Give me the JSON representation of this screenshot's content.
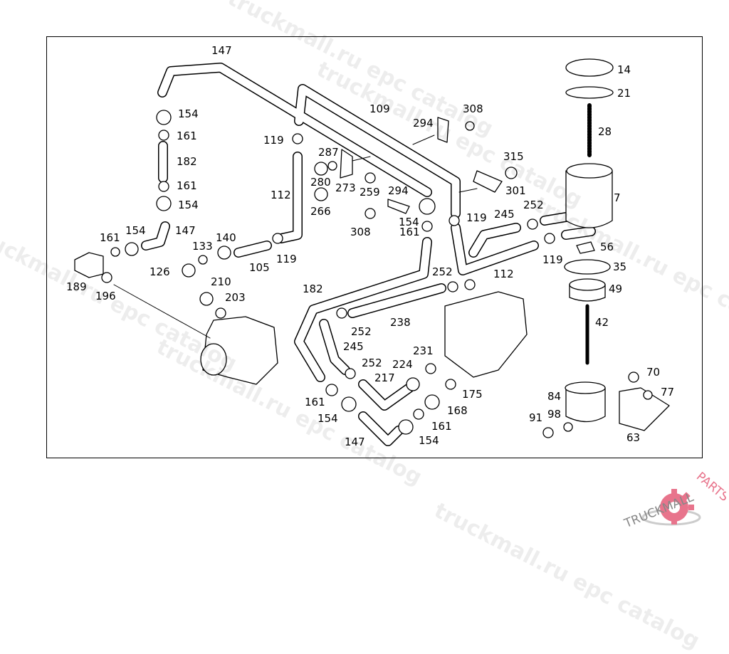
{
  "diagram": {
    "part_labels": [
      "147",
      "154",
      "161",
      "182",
      "161",
      "154",
      "147",
      "161",
      "154",
      "140",
      "133",
      "119",
      "112",
      "287",
      "280",
      "273",
      "259",
      "266",
      "294",
      "308",
      "154",
      "161",
      "109",
      "294",
      "308",
      "315",
      "301",
      "119",
      "245",
      "252",
      "14",
      "21",
      "28",
      "7",
      "56",
      "119",
      "35",
      "49",
      "112",
      "252",
      "42",
      "70",
      "77",
      "84",
      "91",
      "98",
      "63",
      "126",
      "210",
      "203",
      "105",
      "119",
      "189",
      "196",
      "182",
      "252",
      "238",
      "245",
      "231",
      "252",
      "224",
      "217",
      "175",
      "168",
      "161",
      "154",
      "161",
      "154",
      "147"
    ]
  },
  "watermark": {
    "text": "truckmall.ru epc catalog"
  },
  "logo": {
    "text_dark": "TRUCKMALL",
    "text_accent": "PARTS",
    "accent_color": "#e8748c"
  }
}
